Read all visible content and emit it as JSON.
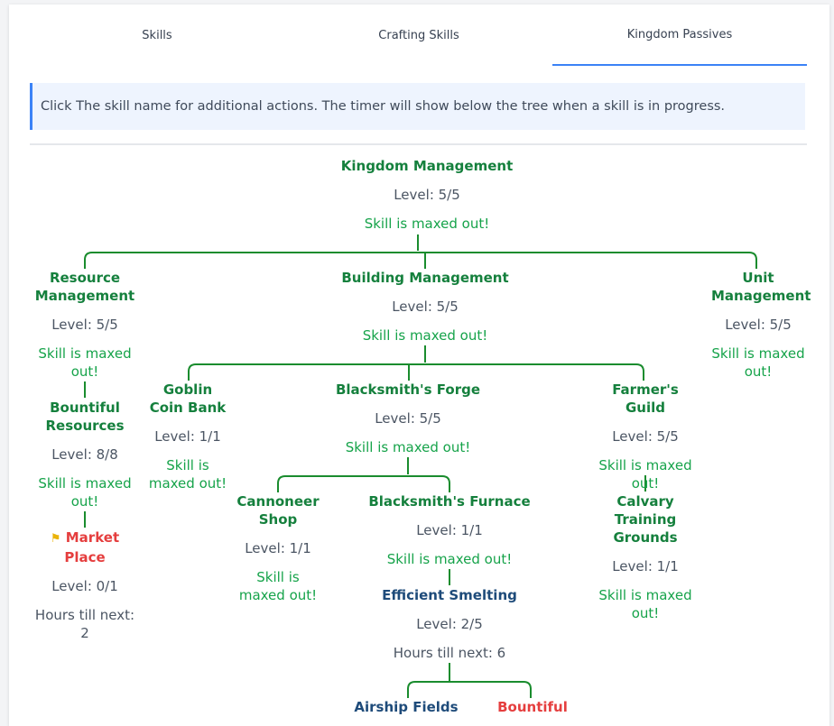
{
  "tabs": [
    {
      "label": "Skills"
    },
    {
      "label": "Crafting Skills"
    },
    {
      "label": "Kingdom Passives",
      "active": true
    }
  ],
  "info": "Click The skill name for additional actions. The timer will show below the tree when a skill is in progress.",
  "colors": {
    "accent": "#3b82f6",
    "maxed": "#16a34a",
    "line": "#1a8c2e",
    "locked": "#e53e3e",
    "in_progress": "#1e4b7a"
  },
  "nodes": {
    "kingdom_management": {
      "name": "Kingdom Management",
      "level": "Level: 5/5",
      "status": "Skill is maxed out!"
    },
    "resource_management": {
      "name": "Resource Management",
      "level": "Level: 5/5",
      "status": "Skill is maxed out!"
    },
    "building_management": {
      "name": "Building Management",
      "level": "Level: 5/5",
      "status": "Skill is maxed out!"
    },
    "unit_management": {
      "name": "Unit Management",
      "level": "Level: 5/5",
      "status": "Skill is maxed out!"
    },
    "bountiful_resources": {
      "name": "Bountiful Resources",
      "level": "Level: 8/8",
      "status": "Skill is maxed out!"
    },
    "market_place": {
      "name": "Market Place",
      "level": "Level: 0/1",
      "status": "Hours till next: 2",
      "icon": "signpost-icon"
    },
    "goblin_coin_bank": {
      "name": "Goblin Coin Bank",
      "level": "Level: 1/1",
      "status": "Skill is maxed out!"
    },
    "blacksmiths_forge": {
      "name": "Blacksmith's Forge",
      "level": "Level: 5/5",
      "status": "Skill is maxed out!"
    },
    "farmers_guild": {
      "name": "Farmer's Guild",
      "level": "Level: 5/5",
      "status": "Skill is maxed out!"
    },
    "cannoneer_shop": {
      "name": "Cannoneer Shop",
      "level": "Level: 1/1",
      "status": "Skill is maxed out!"
    },
    "blacksmiths_furnace": {
      "name": "Blacksmith's Furnace",
      "level": "Level: 1/1",
      "status": "Skill is maxed out!"
    },
    "calvary_training_grounds": {
      "name": "Calvary Training Grounds",
      "level": "Level: 1/1",
      "status": "Skill is maxed out!"
    },
    "efficient_smelting": {
      "name": "Efficient Smelting",
      "level": "Level: 2/5",
      "status": "Hours till next: 6"
    },
    "airship_fields": {
      "name": "Airship Fields"
    },
    "bountiful": {
      "name": "Bountiful"
    }
  }
}
